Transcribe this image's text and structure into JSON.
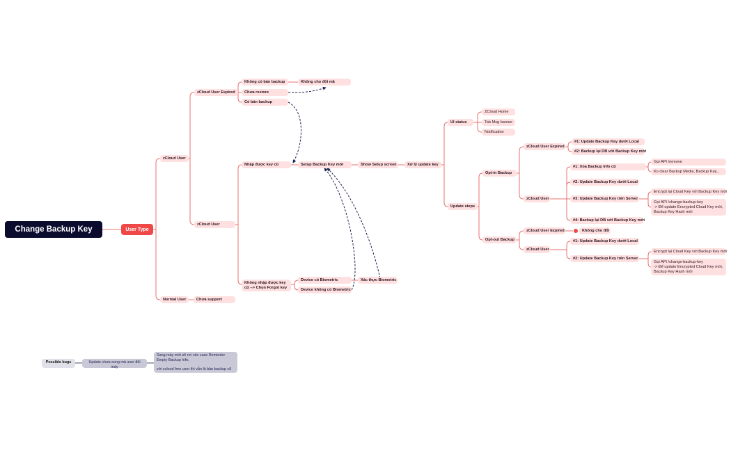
{
  "root": {
    "label": "Change Backup Key"
  },
  "user_type": {
    "label": "User Type"
  },
  "zcloud_user": {
    "label": "zCloud User",
    "expired": {
      "label": "zCloud User Expired",
      "no_backup": "Không có bản backup",
      "no_change_key": "Không cho đổi mã",
      "not_restored": "Chưa restore",
      "has_backup": "Có bản backup"
    },
    "active": {
      "label": "zCloud User",
      "entered_old_key": "Nhập được key cũ",
      "setup_new_key": "Setup Backup Key mới",
      "show_setup_screen": "Show Setup screen",
      "forgot_key": "Không nhập được key cũ --> Chọn Forgot key",
      "device_with_biometric": "Device có Biometric",
      "device_without_biometric": "Device không có Biometric",
      "biometric_auth": "Xác thực Biometric"
    }
  },
  "normal_user": {
    "label": "Normal User",
    "status": "Chưa support"
  },
  "process": {
    "label": "Xử lý update key",
    "ui_status": {
      "label": "UI status",
      "items": [
        "ZCloud Home",
        "Tab Msg banner",
        "Notification"
      ]
    },
    "update_steps": {
      "label": "Update steps",
      "opt_in": {
        "label": "Opt-in Backup",
        "expired": {
          "label": "zCloud User Expired",
          "step1": "#1: Update Backup Key dưới Local",
          "step2": "#2: Backup lại DB với Backup Key mới"
        },
        "active": {
          "label": "zCloud User",
          "step1": "#1: Xóa Backup Info cũ",
          "step1_api": "Gọi API /remove",
          "step1_note": "Ko clear Backup Media, Backup Key,..",
          "step2": "#2: Update Backup Key dưới Local",
          "step3": "#3: Update Backup Key trên Server",
          "step3_encrypt": "Encrypt lại Cloud Key với Backup Key mới",
          "step3_api": "Gọi API /change-backup-key\n-> Để update Encrypted Cloud Key mới, Backup Key Hash mới",
          "step4": "#4: Backup lại DB với Backup Key mới"
        }
      },
      "opt_out": {
        "label": "Opt-out Backup",
        "expired": {
          "label": "zCloud User Expired",
          "result": "Không cho đổi"
        },
        "active": {
          "label": "zCloud User",
          "step1": "#1: Update Backup Key dưới Local",
          "step2": "#2: Update Backup Key trên Server",
          "step2_encrypt": "Encrypt lại Cloud Key với Backup Key mới",
          "step2_api": "Gọi API /change-backup-key\n-> Để update Encrypted Cloud Key mới, Backup Key Hash mới"
        }
      }
    }
  },
  "bugs": {
    "label": "Possible bugs",
    "item": "Update chưa xong mà user đổi máy",
    "detail": "Sang máy mới sẽ rơi vào case Reminder Empty Backup Info,\n\nvới zcloud free user thì vẫn là bản backup cũ"
  },
  "colors": {
    "root_bg": "#0b0b2e",
    "accent": "#f04747",
    "node_bg": "#ffe0e0",
    "edge": "#e8706f",
    "dashed_edge": "#1a1f4d",
    "grey_node": "#e0e0e8"
  }
}
